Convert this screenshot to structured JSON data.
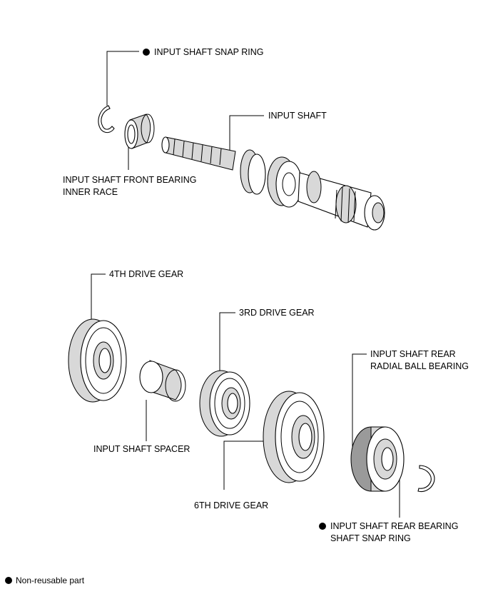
{
  "labels": {
    "input_shaft_snap_ring": "INPUT SHAFT SNAP RING",
    "input_shaft": "INPUT SHAFT",
    "front_bearing_line1": "INPUT SHAFT FRONT BEARING",
    "front_bearing_line2": "INNER RACE",
    "drive_gear_4th": "4TH DRIVE GEAR",
    "drive_gear_3rd": "3RD DRIVE GEAR",
    "rear_radial_line1": "INPUT SHAFT REAR",
    "rear_radial_line2": "RADIAL BALL BEARING",
    "input_shaft_spacer": "INPUT SHAFT SPACER",
    "drive_gear_6th": "6TH DRIVE GEAR",
    "rear_snap_line1": "INPUT SHAFT REAR BEARING",
    "rear_snap_line2": "SHAFT SNAP RING"
  },
  "legend": {
    "non_reusable": "Non-reusable part"
  },
  "icons": {
    "non_reusable_marker": "filled-circle-icon"
  },
  "colors": {
    "line": "#000000",
    "background": "#ffffff"
  }
}
